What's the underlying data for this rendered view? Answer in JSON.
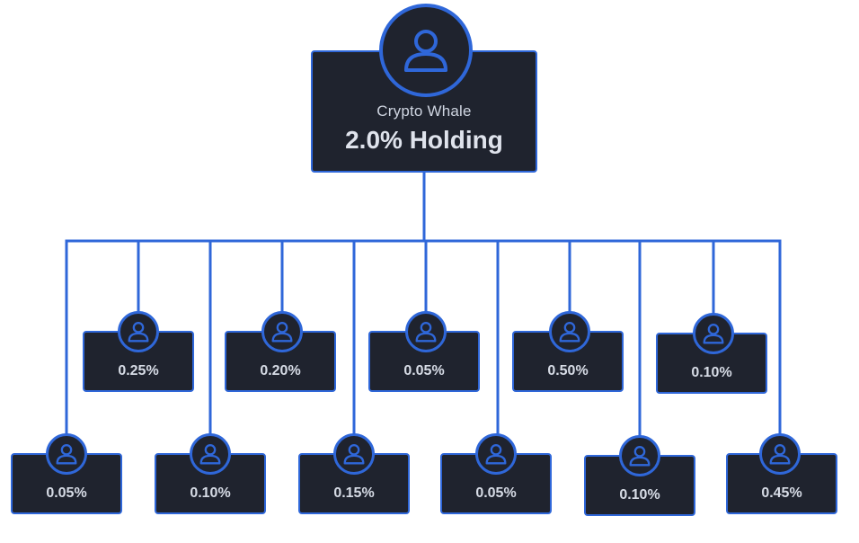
{
  "root": {
    "name": "Crypto Whale",
    "holding": "2.0% Holding"
  },
  "upper_row": [
    {
      "value": "0.25%"
    },
    {
      "value": "0.20%"
    },
    {
      "value": "0.05%"
    },
    {
      "value": "0.50%"
    },
    {
      "value": "0.10%"
    }
  ],
  "lower_row": [
    {
      "value": "0.05%"
    },
    {
      "value": "0.10%"
    },
    {
      "value": "0.15%"
    },
    {
      "value": "0.05%"
    },
    {
      "value": "0.10%"
    },
    {
      "value": "0.45%"
    }
  ],
  "colors": {
    "node_bg": "#1f232e",
    "accent_blue": "#2f67d9",
    "text": "#d7dce6"
  },
  "icons": {
    "node_icon": "user-icon"
  }
}
